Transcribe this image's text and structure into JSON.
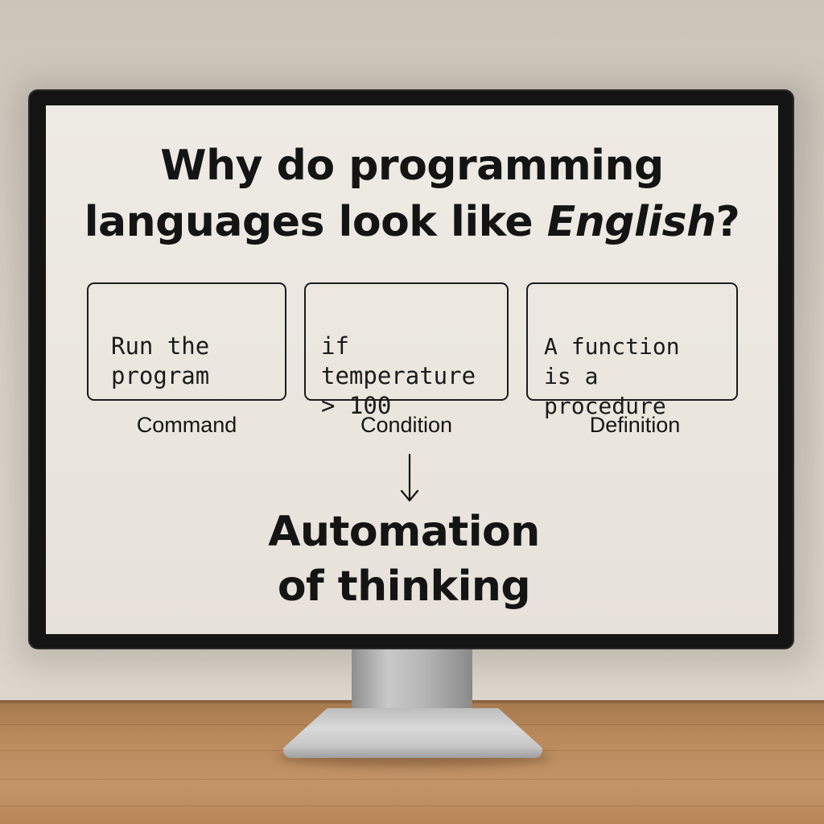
{
  "headline": {
    "line1": "Why do programming",
    "line2_prefix": "languages look like ",
    "line2_emphasis": "English",
    "line2_suffix": "?"
  },
  "cards": [
    {
      "code": "Run the\nprogram",
      "label": "Command"
    },
    {
      "code": "if\ntemperature\n> 100",
      "label": "Condition"
    },
    {
      "code": "A function\nis a procedure",
      "label": "Definition"
    }
  ],
  "arrow_icon": "arrow-down-icon",
  "conclusion": {
    "line1": "Automation",
    "line2": "of thinking"
  }
}
